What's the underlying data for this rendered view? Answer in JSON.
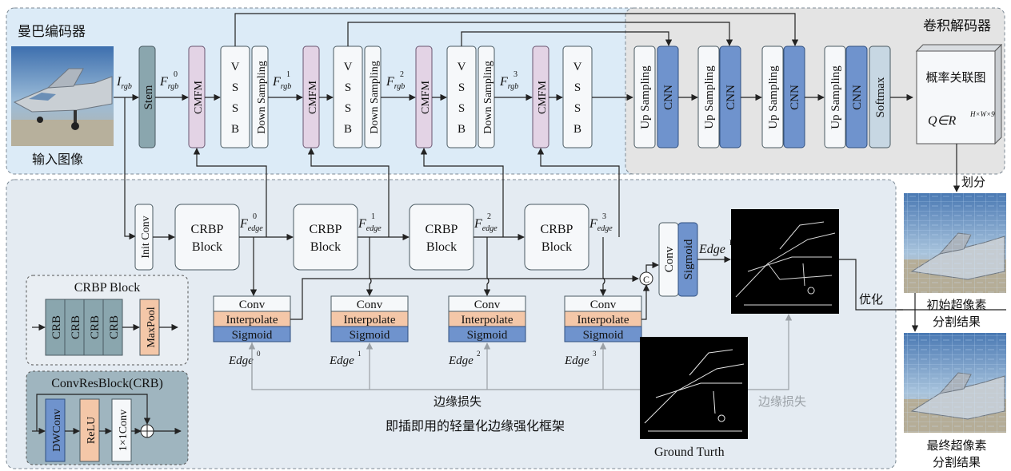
{
  "encoder": {
    "title": "曼巴编码器",
    "input_image_label": "输入图像",
    "stem": "Stem",
    "cmfm": "CMFM",
    "vssb": [
      "V",
      "S",
      "S",
      "B"
    ],
    "down_sampling": "Down Sampling",
    "feat_main": "F",
    "feat_rgb_sub": "rgb",
    "input_main": "I",
    "feat_sups": [
      "0",
      "1",
      "2",
      "3"
    ]
  },
  "decoder": {
    "title": "卷积解码器",
    "up_sampling": "Up Sampling",
    "cnn": "CNN",
    "softmax": "Softmax",
    "prob_map_label": "概率关联图",
    "prob_formula": "Q∈R",
    "prob_formula_sup": "H×W×9"
  },
  "edge_branch": {
    "title": "即插即用的轻量化边缘强化框架",
    "init_conv": "Init Conv",
    "crbp_block": [
      "CRBP",
      "Block"
    ],
    "feat_edge_sub": "edge",
    "conv": "Conv",
    "interpolate": "Interpolate",
    "sigmoid": "Sigmoid",
    "edge_main": "Edge",
    "edge_sups": [
      "0",
      "1",
      "2",
      "3"
    ],
    "fused_edge_sup": "F",
    "concat_symbol": "C",
    "edge_loss": "边缘损失",
    "ground_truth": "Ground Turth"
  },
  "crbp_legend": {
    "title": "CRBP Block",
    "crb": "CRB",
    "maxpool": "MaxPool"
  },
  "crb_legend": {
    "title": "ConvResBlock(CRB)",
    "dwconv": "DWConv",
    "relu": "ReLU",
    "conv1x1": "1×1Conv"
  },
  "outputs": {
    "divide": "划分",
    "optimize": "优化",
    "initial_label": [
      "初始超像素",
      "分割结果"
    ],
    "final_label": [
      "最终超像素",
      "分割结果"
    ]
  },
  "colors": {
    "encoder_bg": "#dcebf7",
    "decoder_bg": "#e4e4e4",
    "edge_bg": "#e4ebf2",
    "cmfm": "#e3d3e5",
    "stem": "#8aa6ae",
    "cnn": "#6f93cd",
    "softmax": "#c7d7e3",
    "interpolate": "#f4c7a8",
    "sigmoid": "#6f93cd",
    "white_box": "#f6f8fa"
  }
}
